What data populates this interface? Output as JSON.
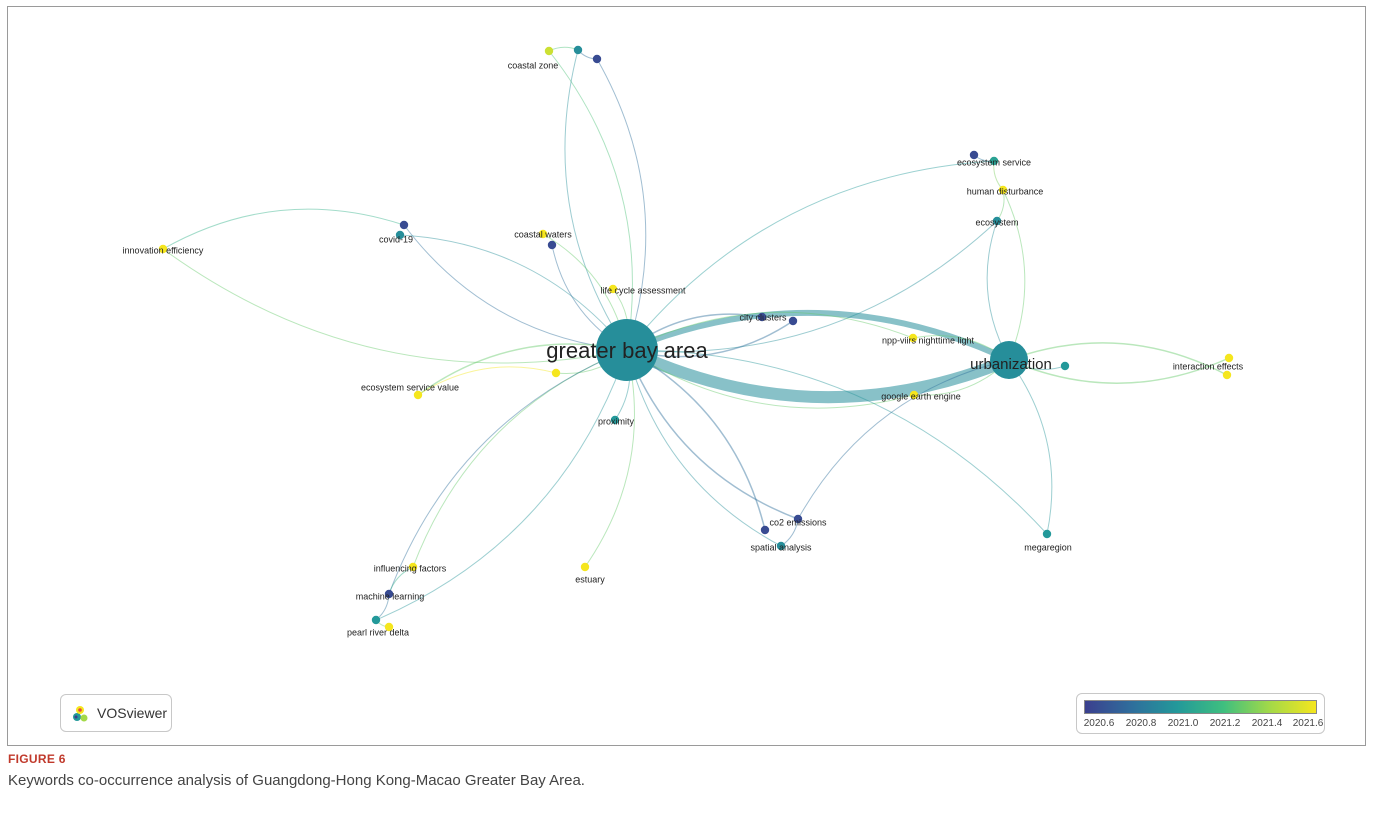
{
  "figure": {
    "label": "FIGURE 6",
    "caption": "Keywords co-occurrence analysis of Guangdong-Hong Kong-Macao Greater Bay Area."
  },
  "logo": {
    "text": "VOSviewer",
    "icon": "vosviewer-logo-icon"
  },
  "legend": {
    "ticks": [
      "2020.6",
      "2020.8",
      "2021.0",
      "2021.2",
      "2021.4",
      "2021.6"
    ],
    "colors": [
      "#3b3f8e",
      "#2f6e9c",
      "#23999a",
      "#3fbf7f",
      "#a3d948",
      "#f5e61e"
    ]
  },
  "network": {
    "nodes": [
      {
        "id": "gba",
        "label": "greater bay area",
        "weight": 100,
        "year": 2020.95
      },
      {
        "id": "urb",
        "label": "urbanization",
        "weight": 40,
        "year": 2020.95
      },
      {
        "id": "coastal_zone",
        "label": "coastal zone",
        "weight": 3,
        "year": 2021.5
      },
      {
        "id": "cz2",
        "label": "",
        "weight": 3,
        "year": 2020.95
      },
      {
        "id": "cz3",
        "label": "",
        "weight": 3,
        "year": 2020.65
      },
      {
        "id": "eco_service",
        "label": "ecosystem service",
        "weight": 3,
        "year": 2021.05
      },
      {
        "id": "eco_service2",
        "label": "",
        "weight": 3,
        "year": 2020.65
      },
      {
        "id": "human_dist",
        "label": "human disturbance",
        "weight": 3,
        "year": 2021.6
      },
      {
        "id": "ecosystem",
        "label": "ecosystem",
        "weight": 3,
        "year": 2020.95
      },
      {
        "id": "innovation",
        "label": "innovation efficiency",
        "weight": 3,
        "year": 2021.6
      },
      {
        "id": "covid",
        "label": "covid-19",
        "weight": 3,
        "year": 2020.65
      },
      {
        "id": "covid2",
        "label": "",
        "weight": 3,
        "year": 2020.95
      },
      {
        "id": "coastal_waters",
        "label": "coastal waters",
        "weight": 3,
        "year": 2021.6
      },
      {
        "id": "cw2",
        "label": "",
        "weight": 3,
        "year": 2020.65
      },
      {
        "id": "lca",
        "label": "life cycle assessment",
        "weight": 3,
        "year": 2021.6
      },
      {
        "id": "city_clusters",
        "label": "city clusters",
        "weight": 3,
        "year": 2020.65
      },
      {
        "id": "cc2",
        "label": "",
        "weight": 3,
        "year": 2020.65
      },
      {
        "id": "npp",
        "label": "npp-viirs nighttime light",
        "weight": 3,
        "year": 2021.6
      },
      {
        "id": "interaction",
        "label": "interaction effects",
        "weight": 3,
        "year": 2021.6
      },
      {
        "id": "ie2",
        "label": "",
        "weight": 3,
        "year": 2021.6
      },
      {
        "id": "urb2",
        "label": "",
        "weight": 3,
        "year": 2021.0
      },
      {
        "id": "esv",
        "label": "ecosystem service value",
        "weight": 3,
        "year": 2021.6
      },
      {
        "id": "gba2",
        "label": "",
        "weight": 3,
        "year": 2021.6
      },
      {
        "id": "google",
        "label": "google earth engine",
        "weight": 3,
        "year": 2021.6
      },
      {
        "id": "proximity",
        "label": "proximity",
        "weight": 3,
        "year": 2021.0
      },
      {
        "id": "co2",
        "label": "co2 emissions",
        "weight": 3,
        "year": 2020.65
      },
      {
        "id": "co2b",
        "label": "",
        "weight": 3,
        "year": 2020.65
      },
      {
        "id": "spatial",
        "label": "spatial analysis",
        "weight": 3,
        "year": 2020.95
      },
      {
        "id": "megaregion",
        "label": "megaregion",
        "weight": 3,
        "year": 2021.0
      },
      {
        "id": "influencing",
        "label": "influencing factors",
        "weight": 3,
        "year": 2021.6
      },
      {
        "id": "estuary",
        "label": "estuary",
        "weight": 3,
        "year": 2021.6
      },
      {
        "id": "machine",
        "label": "machine learning",
        "weight": 3,
        "year": 2020.65
      },
      {
        "id": "pearl",
        "label": "pearl river delta",
        "weight": 3,
        "year": 2021.0
      },
      {
        "id": "pearl2",
        "label": "",
        "weight": 3,
        "year": 2021.6
      }
    ],
    "links": [
      [
        "gba",
        "urb",
        12
      ],
      [
        "gba",
        "urb",
        6
      ],
      [
        "gba",
        "coastal_zone",
        1
      ],
      [
        "gba",
        "cz2",
        1
      ],
      [
        "gba",
        "cz3",
        1
      ],
      [
        "gba",
        "eco_service",
        1
      ],
      [
        "gba",
        "ecosystem",
        1
      ],
      [
        "gba",
        "covid",
        1
      ],
      [
        "gba",
        "covid2",
        1
      ],
      [
        "gba",
        "innovation",
        1
      ],
      [
        "gba",
        "coastal_waters",
        1
      ],
      [
        "gba",
        "cw2",
        1
      ],
      [
        "gba",
        "lca",
        1
      ],
      [
        "gba",
        "city_clusters",
        1.5
      ],
      [
        "gba",
        "cc2",
        1.5
      ],
      [
        "gba",
        "npp",
        1
      ],
      [
        "gba",
        "esv",
        1.5
      ],
      [
        "gba",
        "gba2",
        1
      ],
      [
        "gba",
        "google",
        1
      ],
      [
        "gba",
        "proximity",
        1
      ],
      [
        "gba",
        "co2",
        1.5
      ],
      [
        "gba",
        "co2b",
        1.5
      ],
      [
        "gba",
        "spatial",
        1
      ],
      [
        "gba",
        "megaregion",
        1
      ],
      [
        "gba",
        "influencing",
        1
      ],
      [
        "gba",
        "estuary",
        1
      ],
      [
        "gba",
        "machine",
        1
      ],
      [
        "gba",
        "pearl",
        1
      ],
      [
        "urb",
        "interaction",
        1.5
      ],
      [
        "urb",
        "ie2",
        1.5
      ],
      [
        "urb",
        "urb2",
        1
      ],
      [
        "urb",
        "ecosystem",
        1
      ],
      [
        "urb",
        "human_dist",
        1
      ],
      [
        "urb",
        "megaregion",
        1
      ],
      [
        "urb",
        "co2",
        1
      ],
      [
        "urb",
        "google",
        1
      ],
      [
        "urb",
        "npp",
        1
      ],
      [
        "coastal_zone",
        "cz2",
        1
      ],
      [
        "cz2",
        "cz3",
        1
      ],
      [
        "eco_service",
        "eco_service2",
        1
      ],
      [
        "eco_service",
        "human_dist",
        1
      ],
      [
        "human_dist",
        "ecosystem",
        1
      ],
      [
        "covid",
        "innovation",
        1
      ],
      [
        "esv",
        "gba2",
        1
      ],
      [
        "influencing",
        "machine",
        1
      ],
      [
        "machine",
        "pearl",
        1
      ],
      [
        "pearl",
        "pearl2",
        1
      ],
      [
        "co2",
        "spatial",
        1
      ]
    ]
  }
}
